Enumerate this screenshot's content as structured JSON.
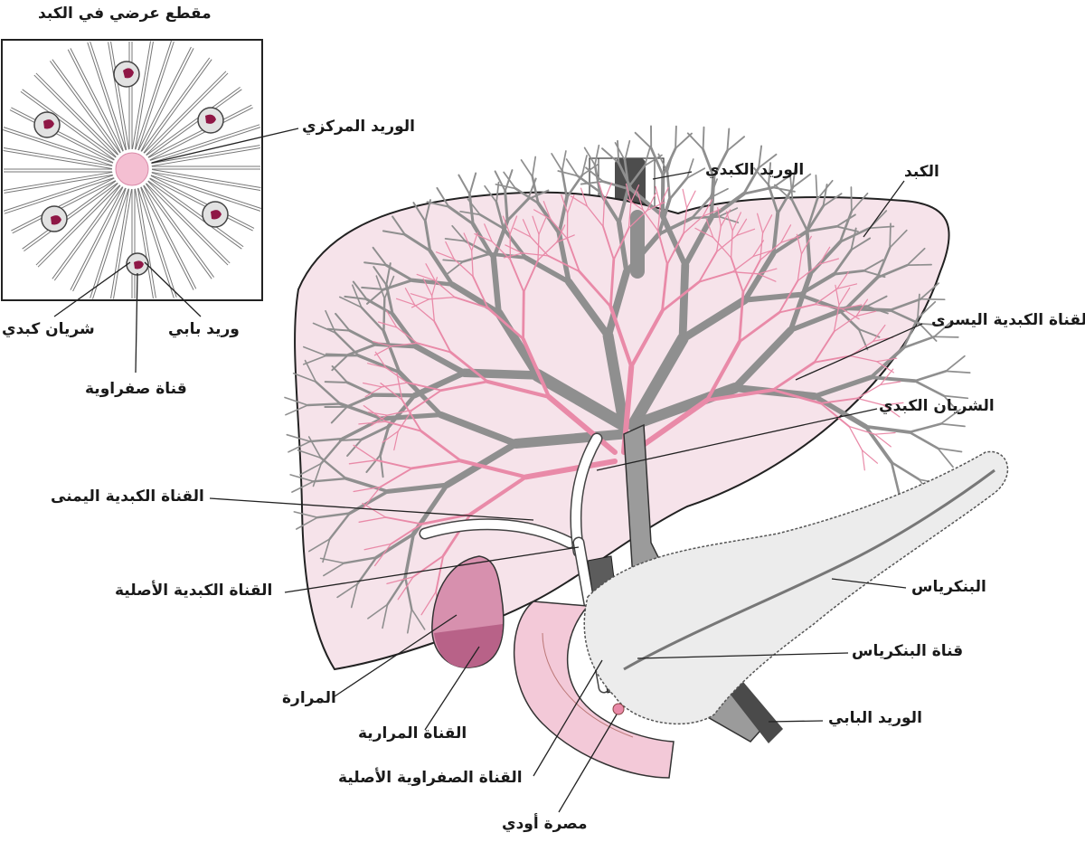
{
  "inset": {
    "title": "مقطع عرضي في الكبد",
    "central_vein": "الوريد المركزي",
    "hepatic_artery_branch": "شريان كبدي",
    "portal_vein_branch": "وريد بابي",
    "bile_ductule": "قناة صفراوية"
  },
  "main": {
    "hepatic_vein": "الوريد الكبدي",
    "liver": "الكبد",
    "left_hepatic_duct": "القناة الكبدية اليسرى",
    "hepatic_artery": "الشريان الكبدي",
    "right_hepatic_duct": "القناة الكبدية اليمنى",
    "common_hepatic_duct": "القناة الكبدية الأصلية",
    "gallbladder": "المرارة",
    "cystic_duct": "القناة المرارية",
    "common_bile_duct": "القناة الصفراوية الأصلية",
    "sphincter_of_oddi": "مصرة أودي",
    "pancreas": "البنكرياس",
    "pancreatic_duct": "قناة البنكرياس",
    "portal_vein": "الوريد البابي"
  },
  "colors": {
    "liver_fill": "#f6e3ea",
    "vein_gray": "#9a9a9a",
    "artery_pink": "#e98aa8",
    "gallbladder": "#c97fa0",
    "pancreas": "#eeeeee",
    "duodenum": "#f3c9d8",
    "inset_vessel": "#8f1746"
  }
}
